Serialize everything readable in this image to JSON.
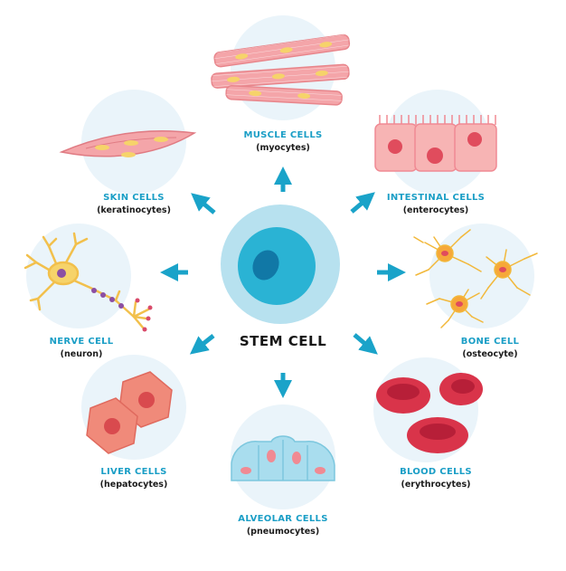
{
  "center": {
    "title": "STEM CELL"
  },
  "cells": [
    {
      "id": "muscle",
      "name": "MUSCLE CELLS",
      "type": "(myocytes)"
    },
    {
      "id": "skin",
      "name": "SKIN CELLS",
      "type": "(keratinocytes)"
    },
    {
      "id": "intestinal",
      "name": "INTESTINAL CELLS",
      "type": "(enterocytes)"
    },
    {
      "id": "nerve",
      "name": "NERVE CELL",
      "type": "(neuron)"
    },
    {
      "id": "bone",
      "name": "BONE CELL",
      "type": "(osteocyte)"
    },
    {
      "id": "liver",
      "name": "LIVER CELLS",
      "type": "(hepatocytes)"
    },
    {
      "id": "blood",
      "name": "BLOOD CELLS",
      "type": "(erythrocytes)"
    },
    {
      "id": "alveolar",
      "name": "ALVEOLAR CELLS",
      "type": "(pneumocytes)"
    }
  ],
  "colors": {
    "circle_bg": "#eaf4fa",
    "arrow": "#1aa3c9",
    "label": "#1a9ec6",
    "stem_outer": "#b7e1ef",
    "stem_inner": "#2ab3d4",
    "stem_nucleus": "#1178a6"
  }
}
